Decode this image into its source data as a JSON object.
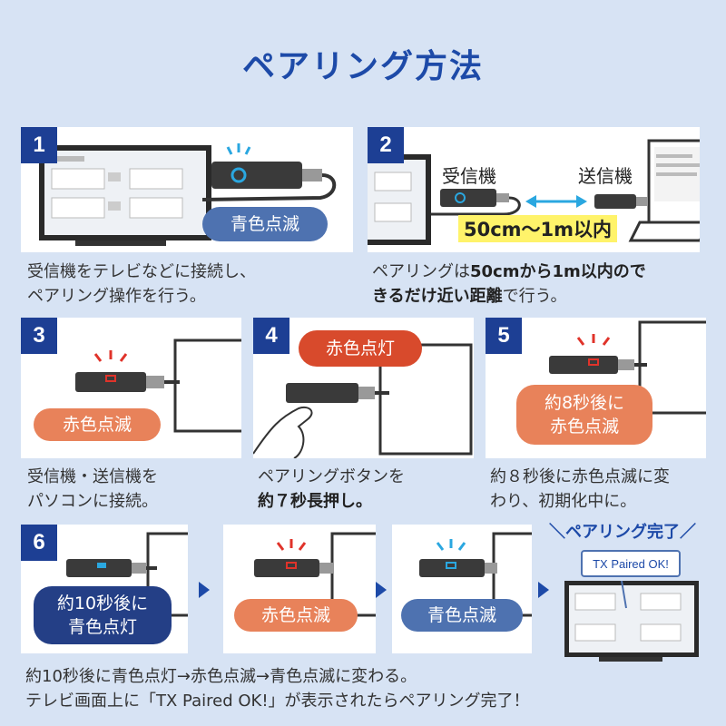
{
  "title": "ペアリング方法",
  "steps": {
    "s1": {
      "num": "1",
      "bubble": "青色点滅",
      "caption1": "受信機をテレビなどに接続し、",
      "caption2": "ペアリング操作を行う。"
    },
    "s2": {
      "num": "2",
      "rx_label": "受信機",
      "tx_label": "送信機",
      "distance": "50cm～1m以内",
      "caption1_pre": "ペアリングは",
      "caption1_bold": "50cmから1m以内ので",
      "caption2_bold": "きるだけ近い距離",
      "caption2_post": "で行う。"
    },
    "s3": {
      "num": "3",
      "bubble": "赤色点滅",
      "caption1": "受信機・送信機を",
      "caption2": "パソコンに接続。"
    },
    "s4": {
      "num": "4",
      "bubble": "赤色点灯",
      "caption1": "ペアリングボタンを",
      "caption2_bold": "約７秒長押し。"
    },
    "s5": {
      "num": "5",
      "bubble_line1": "約8秒後に",
      "bubble_line2": "赤色点滅",
      "caption1": "約８秒後に赤色点滅に変",
      "caption2": "わり、初期化中に。"
    },
    "s6": {
      "num": "6",
      "bubble_a_line1": "約10秒後に",
      "bubble_a_line2": "青色点灯",
      "bubble_b": "赤色点滅",
      "bubble_c": "青色点滅",
      "done_label": "＼ペアリング完了／",
      "tx_message": "TX Paired OK!",
      "caption1": "約10秒後に青色点灯→赤色点滅→青色点滅に変わる。",
      "caption2": "テレビ画面上に「TX Paired OK!」が表示されたらペアリング完了！"
    }
  },
  "colors": {
    "accent": "#1d4aa8",
    "navy": "#1d3f94",
    "blue_led": "#2aa7e0",
    "red_led": "#e0332a",
    "background": "#d7e3f4"
  }
}
